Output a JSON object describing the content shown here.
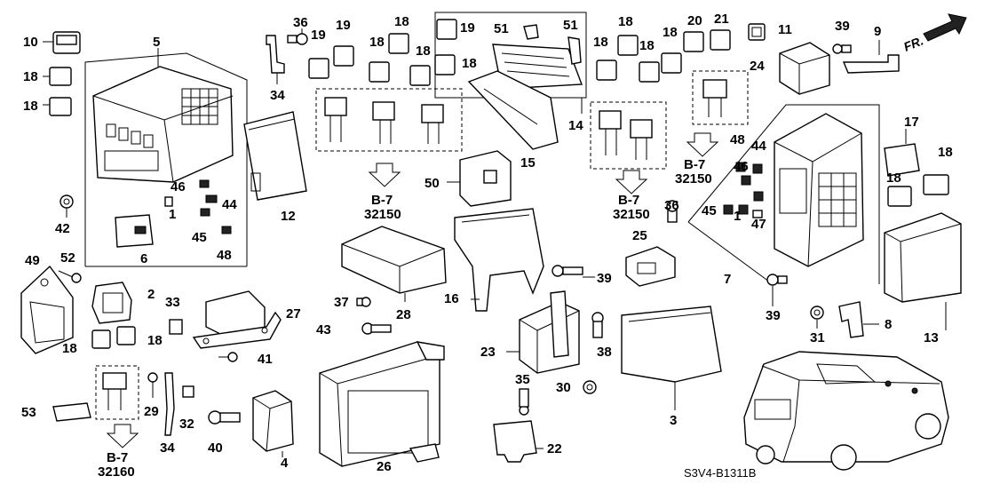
{
  "diagram_code": "S3V4-B1311B",
  "direction_label": "FR.",
  "references": [
    {
      "page": "B-7",
      "code": "32150"
    },
    {
      "page": "B-7",
      "code": "32150"
    },
    {
      "page": "B-7",
      "code": "32150"
    },
    {
      "page": "B-7",
      "code": "32160"
    }
  ],
  "labels": {
    "l10": "10",
    "l5": "5",
    "l18a": "18",
    "l18b": "18",
    "l36": "36",
    "l19a": "19",
    "l19b": "19",
    "l18c": "18",
    "l18d": "18",
    "l18e": "18",
    "l18f": "18",
    "l19c": "19",
    "l51a": "51",
    "l51b": "51",
    "l18g": "18",
    "l18h": "18",
    "l18i": "18",
    "l18j": "18",
    "l20": "20",
    "l21": "21",
    "l11": "11",
    "l39a": "39",
    "l9": "9",
    "l24": "24",
    "l34a": "34",
    "l14": "14",
    "l15": "15",
    "l12": "12",
    "l17": "17",
    "l18k": "18",
    "l18l": "18",
    "l48a": "48",
    "l44a": "44",
    "l46a": "46",
    "l47": "47",
    "l45a": "45",
    "l1a": "1",
    "l7": "7",
    "l42": "42",
    "l46b": "46",
    "l44b": "44",
    "l1b": "1",
    "l45b": "45",
    "l48b": "48",
    "l6": "6",
    "l50": "50",
    "l36b": "36",
    "l25": "25",
    "l49": "49",
    "l52": "52",
    "l2": "2",
    "l33": "33",
    "l18m": "18",
    "l18n": "18",
    "l27": "27",
    "l37": "37",
    "l28": "28",
    "l16": "16",
    "l39b": "39",
    "l39c": "39",
    "l31": "31",
    "l8": "8",
    "l13": "13",
    "l43": "43",
    "l41": "41",
    "l23": "23",
    "l38": "38",
    "l30": "30",
    "l35": "35",
    "l3": "3",
    "l29": "29",
    "l32": "32",
    "l34b": "34",
    "l53": "53",
    "l40": "40",
    "l4": "4",
    "l26": "26",
    "l22": "22"
  }
}
